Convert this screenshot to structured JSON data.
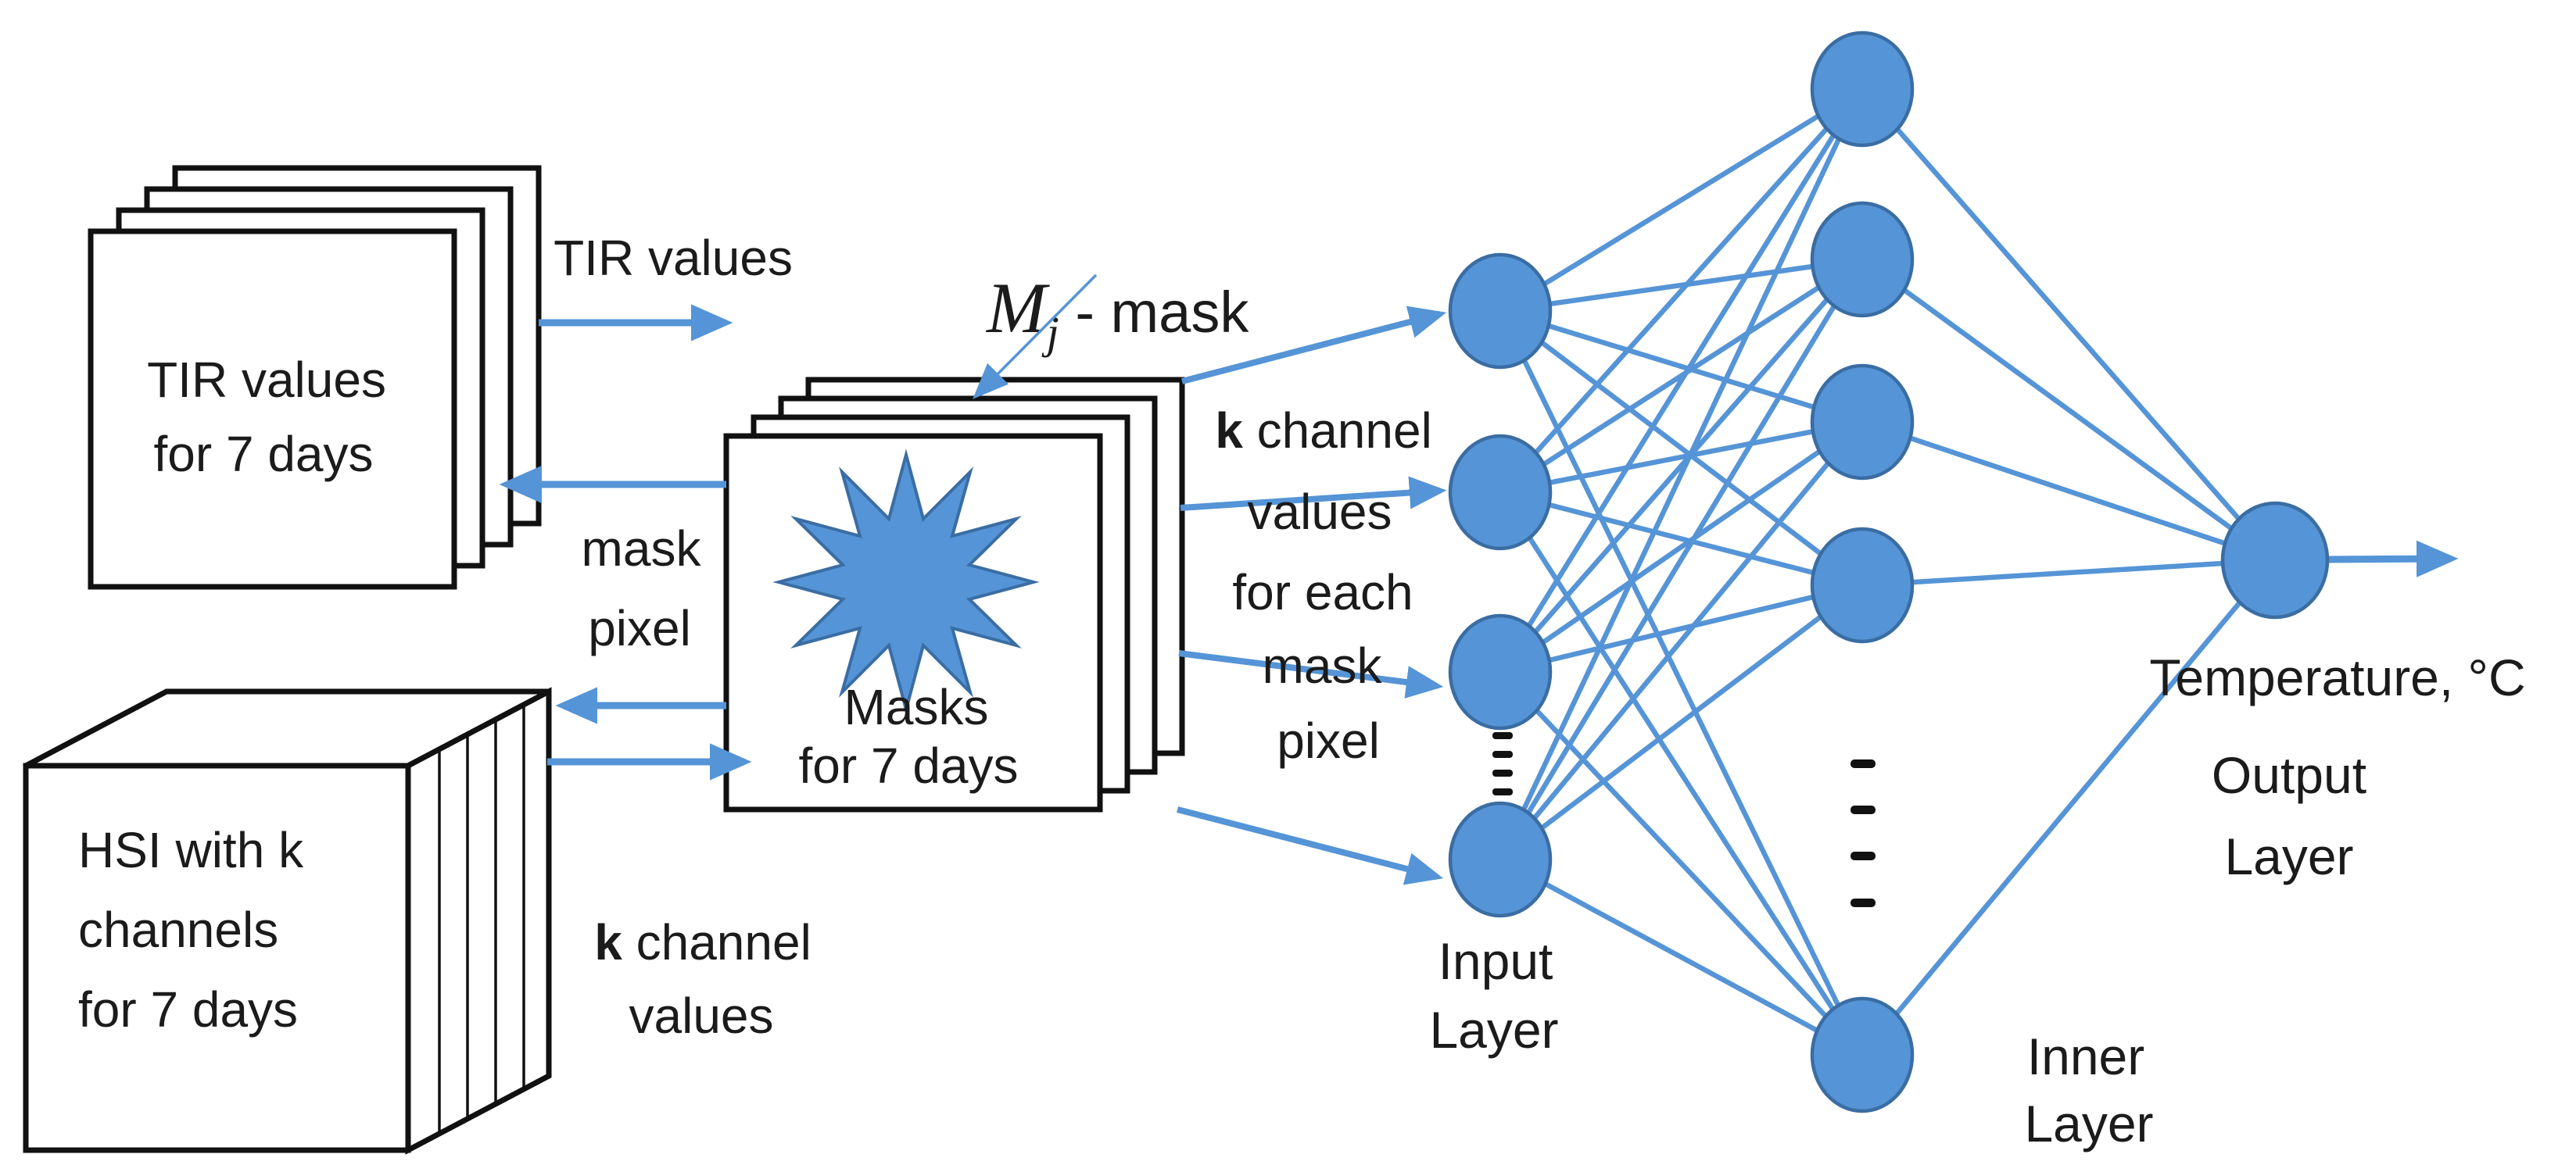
{
  "colors": {
    "accent_blue": "#5594d6",
    "node_border_blue": "#3a6da3",
    "outline_black": "#111111",
    "text_black": "#1b1b1b",
    "background": "#ffffff"
  },
  "left_column": {
    "tir_stack": {
      "line1": "TIR values",
      "line2": "for 7 days"
    },
    "tir_values_arrow_label": "TIR values",
    "mask_pixel_label": {
      "line1": "mask",
      "line2": "pixel"
    },
    "hsi_box": {
      "line1": "HSI with k",
      "line2": "channels",
      "line3": "for 7 days"
    },
    "k_channel_values_label": {
      "k": "k",
      "line1_rest": " channel",
      "line2": "values"
    }
  },
  "mask_stack": {
    "line1": "Masks",
    "line2": "for 7 days",
    "mj_annotation": {
      "symbol": "M",
      "subscript": "j",
      "rest": " - mask"
    }
  },
  "k_channel_block": {
    "k": "k",
    "line1_rest": " channel",
    "line2": "values",
    "line3": "for each",
    "line4": "mask",
    "line5": "pixel"
  },
  "network": {
    "input_layer": {
      "label_line1": "Input",
      "label_line2": "Layer",
      "visible_nodes": 4
    },
    "inner_layer": {
      "label_line1": "Inner",
      "label_line2": "Layer",
      "visible_nodes": 5
    },
    "output_layer": {
      "label_line1": "Output",
      "label_line2": "Layer",
      "visible_nodes": 1,
      "output_value_label": "Temperature, °C"
    }
  }
}
